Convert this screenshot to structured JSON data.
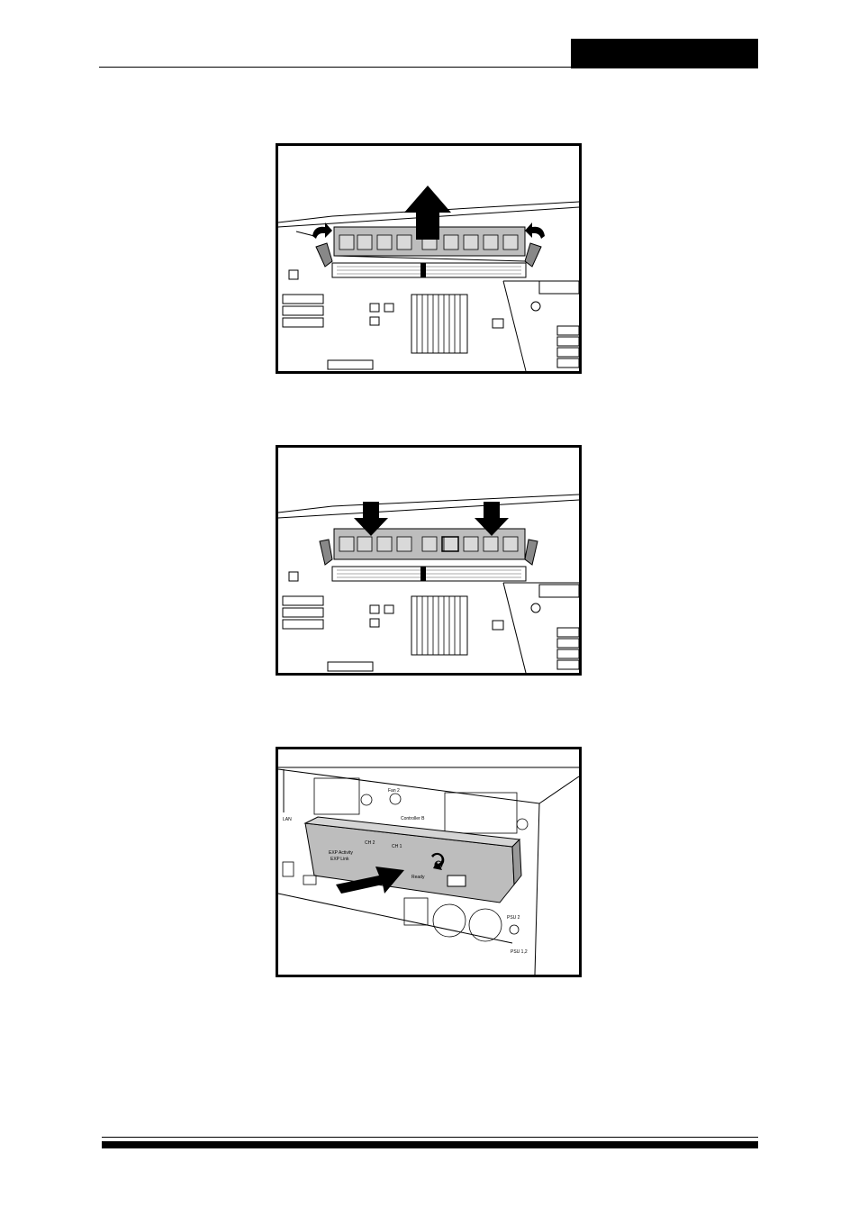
{
  "header": {
    "tab_color": "#000000"
  },
  "figures": [
    {
      "id": "remove-dimm",
      "icons": [
        "up-arrow-icon",
        "latch-open-arrow-icon",
        "dimm-module-icon"
      ]
    },
    {
      "id": "insert-dimm",
      "icons": [
        "down-arrow-icon",
        "dimm-module-icon"
      ]
    },
    {
      "id": "insert-controller",
      "icons": [
        "insert-arrow-icon",
        "rotate-arrow-icon",
        "controller-module-icon"
      ],
      "labels": {
        "fan2": "Fan 2",
        "controller": "Controller B",
        "lan": "LAN",
        "ch2": "CH 2",
        "ch1": "CH 1",
        "exp_active": "EXP Activity",
        "exp_link": "EXP Link",
        "ready": "Ready",
        "psu2": "PSU 2",
        "psu12": "PSU 1,2"
      }
    }
  ]
}
